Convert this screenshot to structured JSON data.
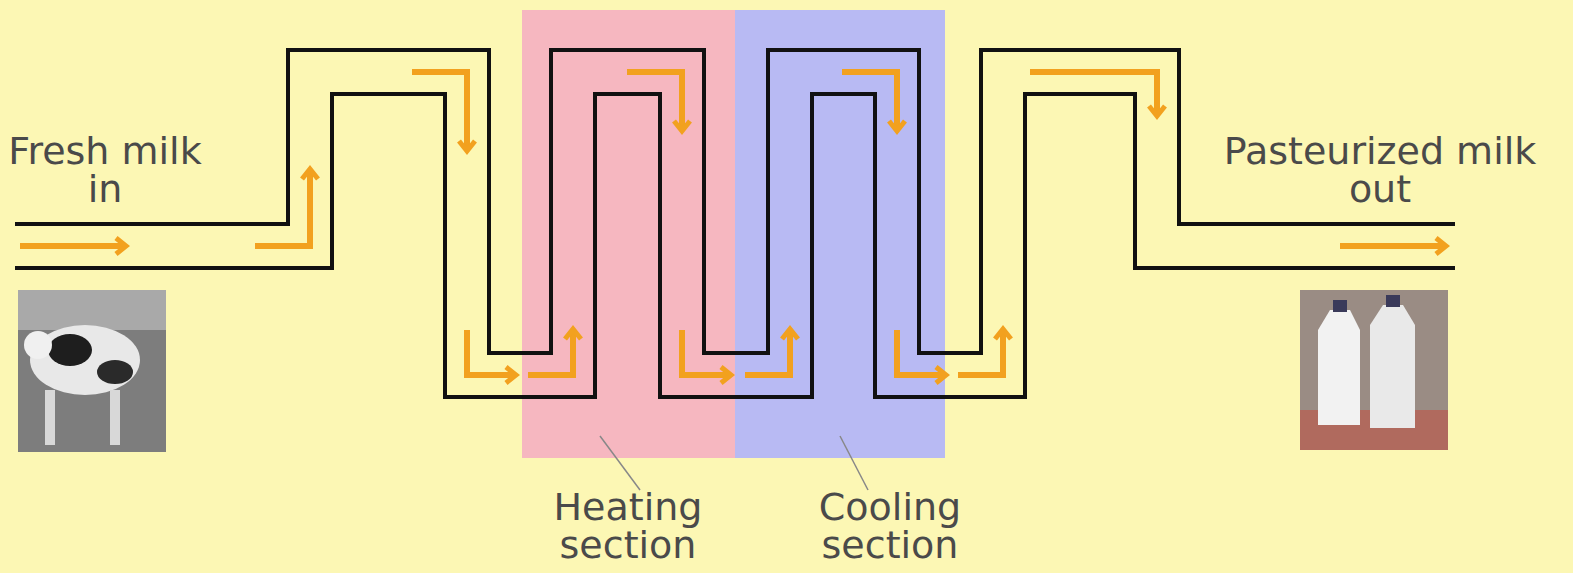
{
  "diagram": {
    "nodes": [
      {
        "text": [
          "Heating section"
        ]
      },
      {
        "text": [
          "Cooling section"
        ]
      }
    ],
    "labels": [
      "Fresh milk in",
      "Pasteurized milk out"
    ]
  }
}
